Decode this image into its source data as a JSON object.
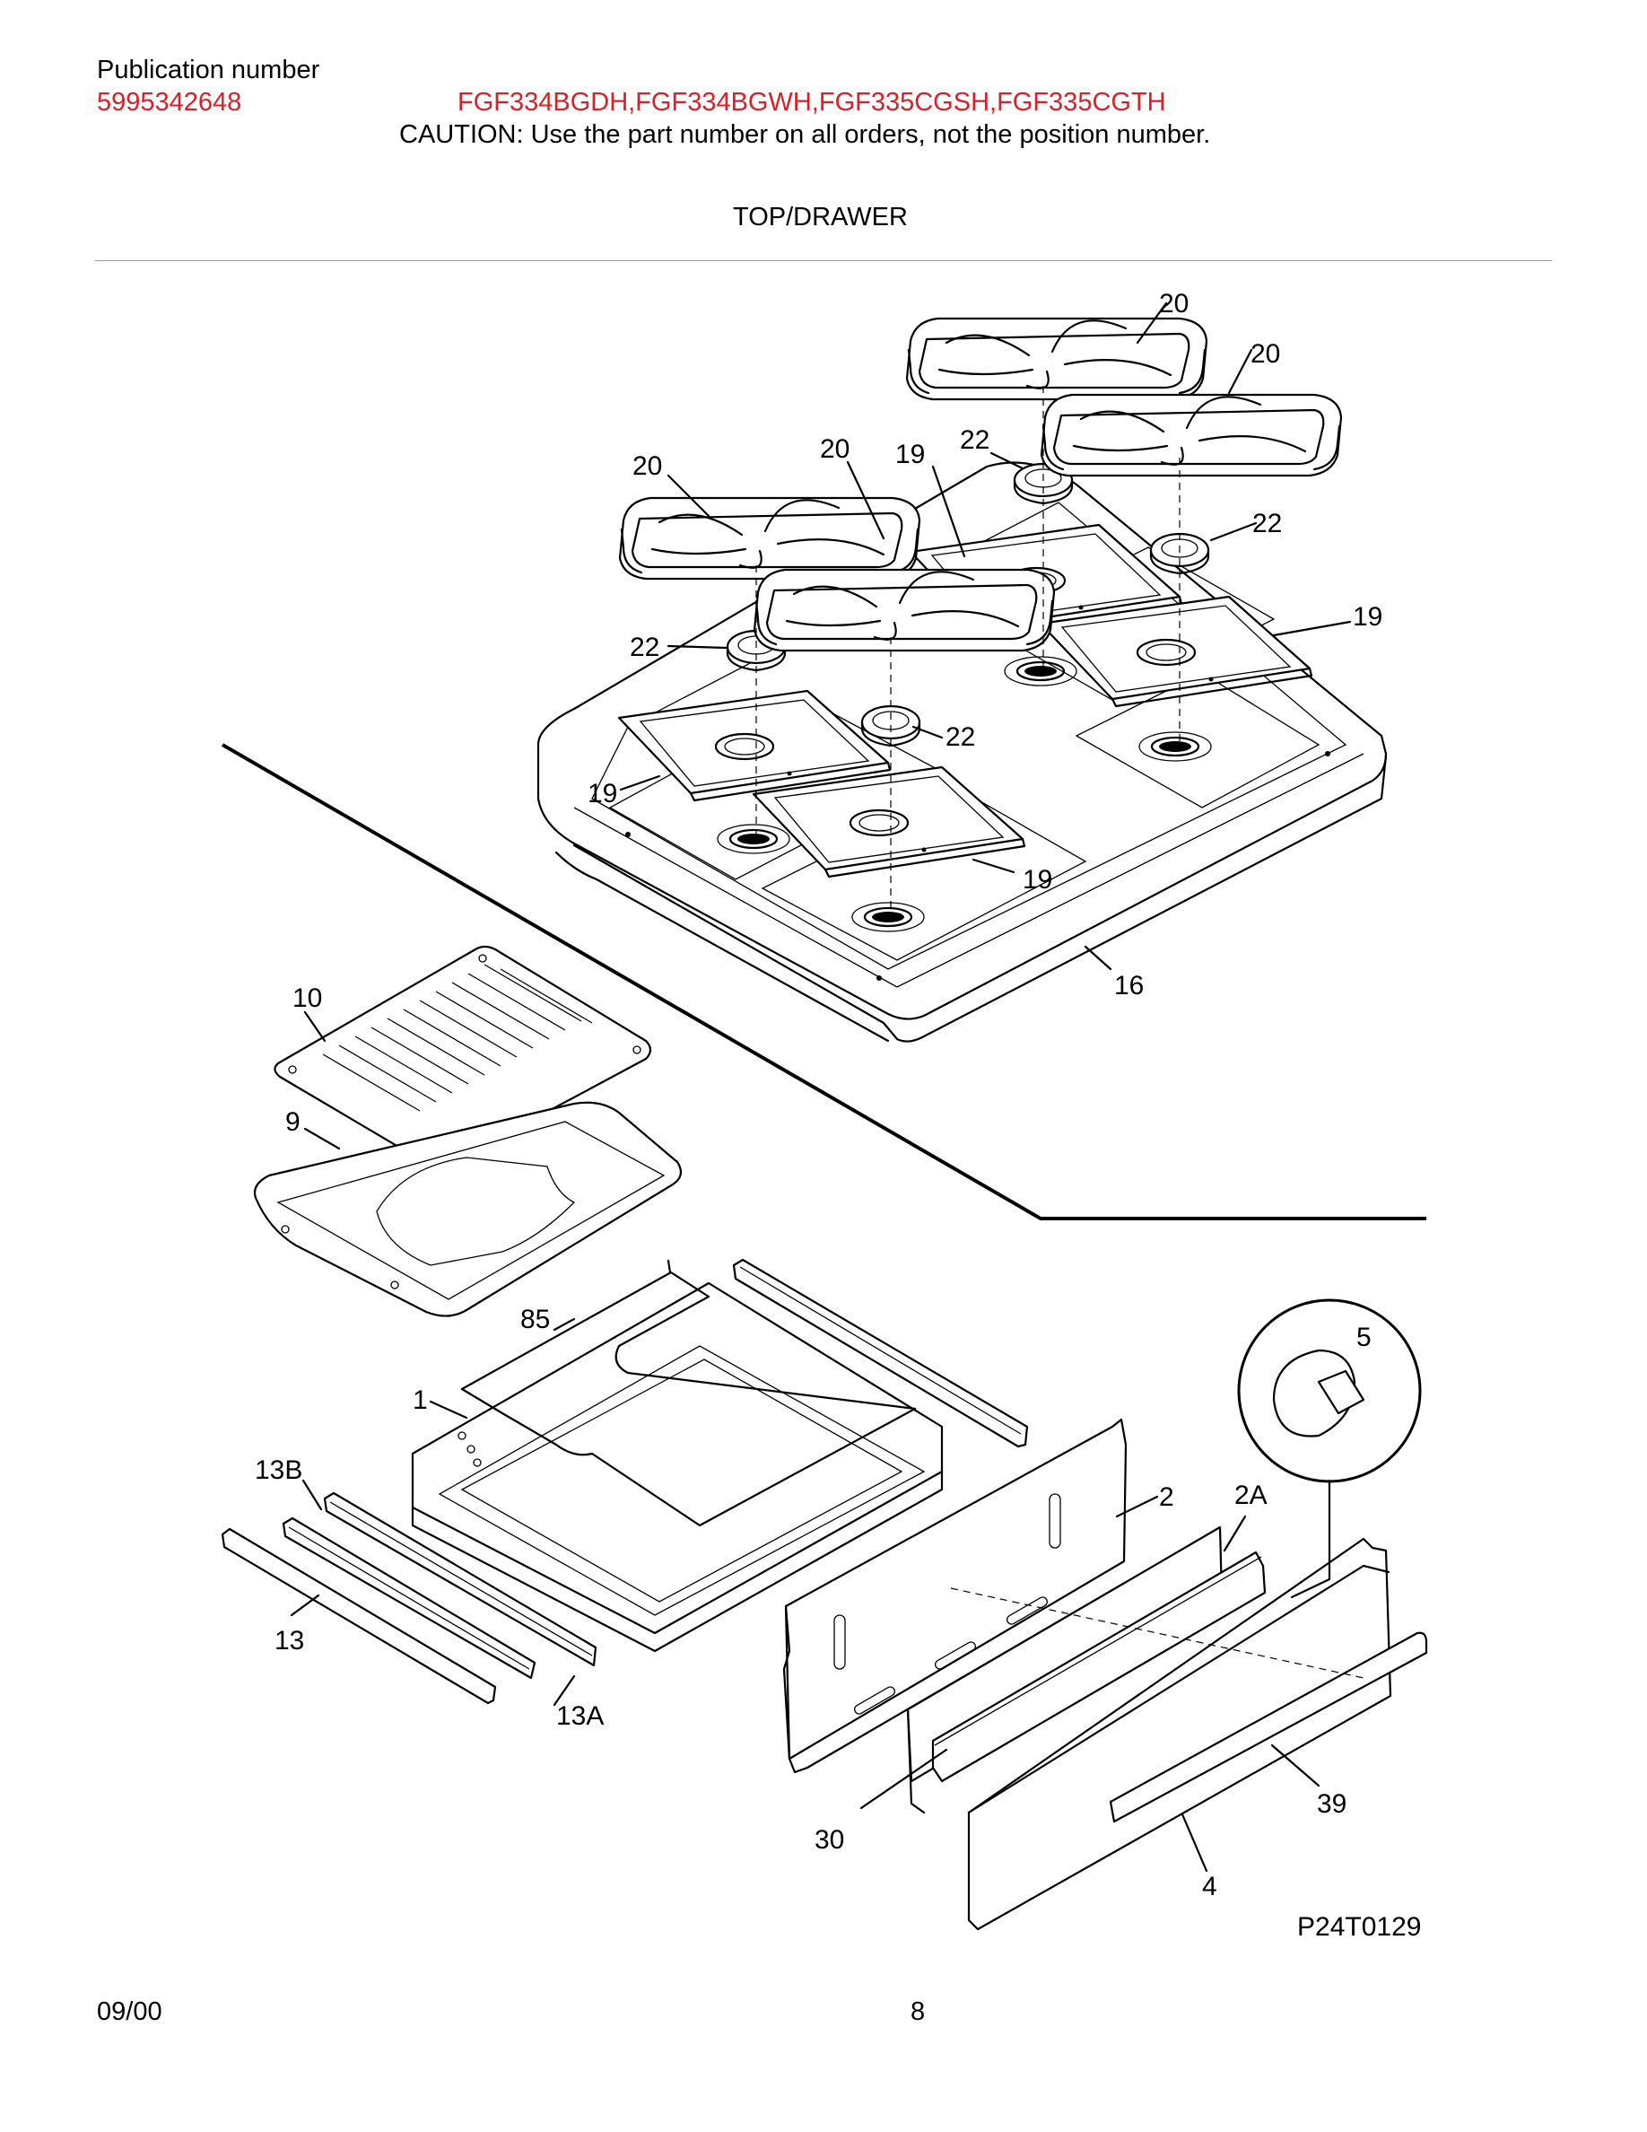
{
  "header": {
    "publication_label": "Publication number",
    "publication_number": "5995342648",
    "models": "FGF334BGDH,FGF334BGWH,FGF335CGSH,FGF335CGTH",
    "caution": "CAUTION:  Use the part number on all orders, not the position number."
  },
  "section_title": "TOP/DRAWER",
  "diagram_code": "P24T0129",
  "callouts": {
    "grate_upper_back": "20",
    "grate_upper_right": "20",
    "grate_left_back": "20",
    "grate_left_front": "20",
    "drip_pan_back_left": "19",
    "drip_pan_right": "19",
    "drip_pan_front_left": "19",
    "drip_pan_front_right": "19",
    "ring_top": "22",
    "ring_right": "22",
    "ring_left": "22",
    "ring_front": "22",
    "cooktop": "16",
    "broiler_grid": "10",
    "broiler_pan": "9",
    "drawer_rack": "85",
    "drawer_body": "1",
    "slide_13b": "13B",
    "slide_13": "13",
    "slide_13a": "13A",
    "knob_detail": "5",
    "drawer_back_panel": "2",
    "drawer_front_frame": "2A",
    "handle_39": "39",
    "trim_30": "30",
    "drawer_front_panel": "4"
  },
  "footer": {
    "date": "09/00",
    "page": "8"
  }
}
